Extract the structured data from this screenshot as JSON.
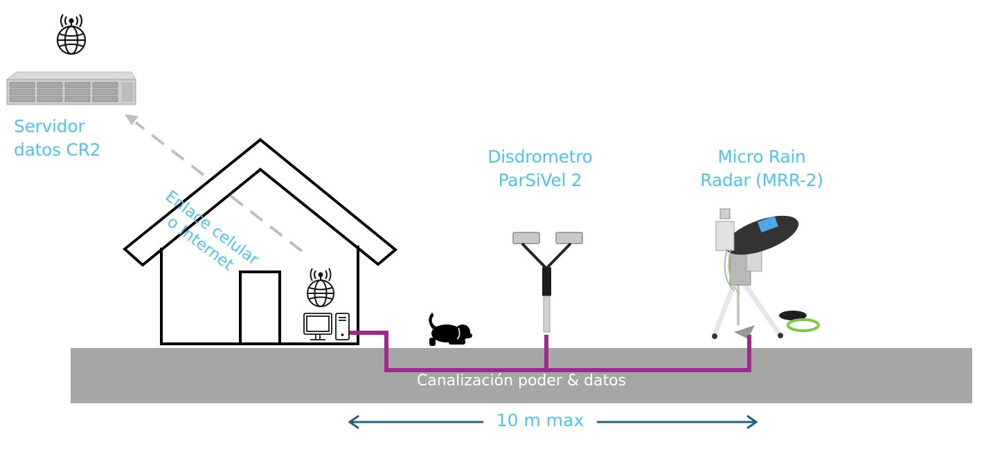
{
  "server": {
    "label_line1": "Servidor",
    "label_line2": "datos CR2",
    "icon": "globe-antenna-icon"
  },
  "link": {
    "label_line1": "Enlace celular",
    "label_line2": "o Internet",
    "style": "dashed-arrow"
  },
  "house": {
    "icons": [
      "globe-antenna-icon",
      "desktop-computer-icon",
      "pc-tower-icon"
    ]
  },
  "disdrometer": {
    "label_line1": "Disdrometro",
    "label_line2": "ParSiVel 2"
  },
  "radar": {
    "label_line1": "Micro Rain",
    "label_line2": "Radar (MRR-2)"
  },
  "ground": {
    "label": "Canalización poder & datos"
  },
  "distance": {
    "label": "10 m max"
  },
  "colors": {
    "label_text": "#4fc3ec",
    "cable": "#a0288c",
    "ground": "#a6a6a6",
    "arrow": "#1f5f80",
    "link": "#bfbfbf"
  }
}
